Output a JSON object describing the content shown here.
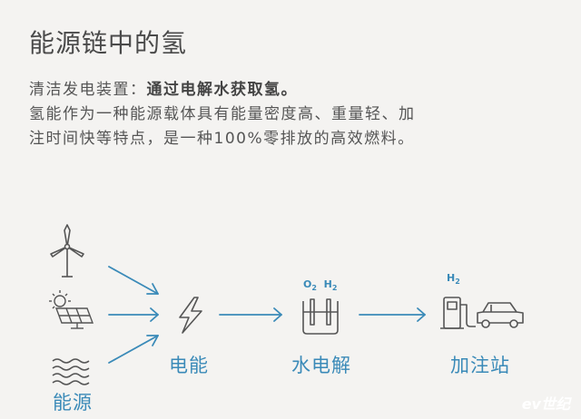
{
  "title": "能源链中的氢",
  "description": {
    "line1_prefix": "清洁发电装置：",
    "line1_bold": "通过电解水获取氢。",
    "line2": "氢能作为一种能源载体具有能量密度高、重量轻、加",
    "line3": "注时间快等特点，是一种100%零排放的高效燃料。"
  },
  "diagram": {
    "sources_label": "能源",
    "electricity_label": "电能",
    "electrolysis_label": "水电解",
    "refuel_label": "加注站",
    "electrolysis_formula": [
      "O",
      "2",
      "H",
      "2"
    ],
    "station_formula": [
      "H",
      "2"
    ],
    "source_icons": [
      "wind-turbine-icon",
      "solar-panel-icon",
      "water-waves-icon"
    ],
    "accent_color": "#3a8ab8",
    "icon_color": "#555555"
  },
  "watermark": "ev世纪"
}
